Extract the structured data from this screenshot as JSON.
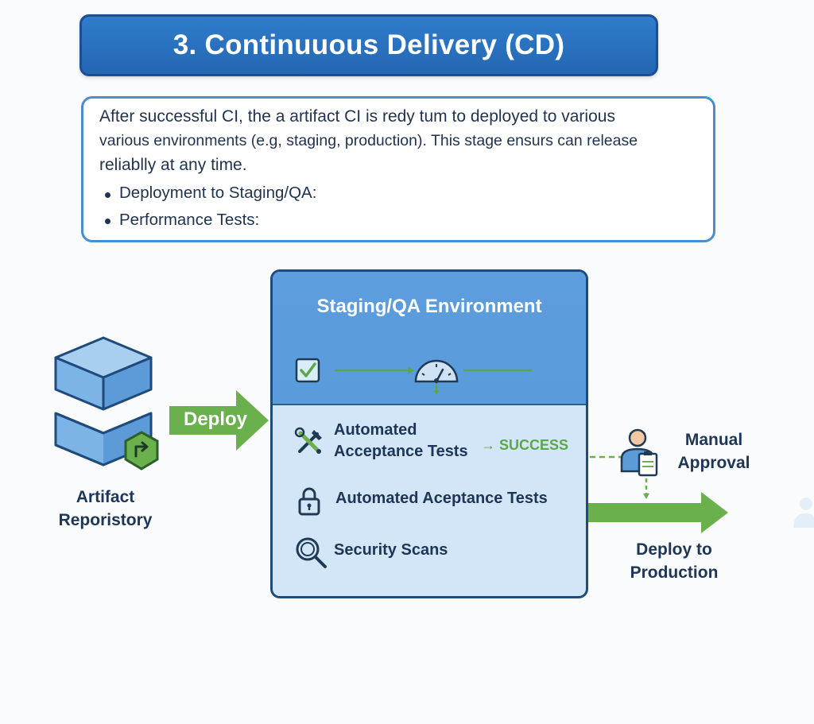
{
  "title": "3. Continuuous Delivery (CD)",
  "description": {
    "lines": [
      "After successful CI, the a artifact CI is redy tum to deployed to various",
      "various environments (e.g, staging, production). This stage ensurs can release",
      "reliablly at any time."
    ],
    "bullets": [
      "Deployment to Staging/QA:",
      "Performance Tests:"
    ]
  },
  "artifact": {
    "label_line1": "Artifact",
    "label_line2": "Reporistory",
    "icon": "database-cube-icon"
  },
  "deploy_arrow_label": "Deploy",
  "staging": {
    "title": "Staging/QA Environment",
    "items": [
      {
        "line1": "Automated",
        "line2": "Acceptance Tests",
        "icon": "tools-icon"
      },
      {
        "label": "Automated Aceptance Tests",
        "icon": "lock-icon"
      },
      {
        "label": "Security Scans",
        "icon": "magnifier-icon"
      }
    ],
    "success_label": "→ SUCCESS"
  },
  "manual_approval": {
    "line1": "Manual",
    "line2": "Approval",
    "icon": "person-clipboard-icon"
  },
  "production": {
    "line1": "Deploy to",
    "line2": "Production"
  },
  "colors": {
    "primary_blue": "#2f7ccb",
    "accent_green": "#6ab04c",
    "dark_text": "#1f3350"
  }
}
